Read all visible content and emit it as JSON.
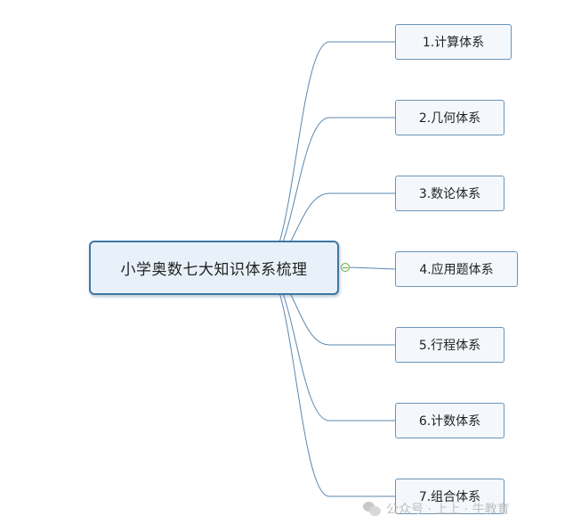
{
  "mindmap": {
    "central_topic": "小学奥数七大知识体系梳理",
    "branches": [
      {
        "label": "1.计算体系"
      },
      {
        "label": "2.几何体系"
      },
      {
        "label": "3.数论体系"
      },
      {
        "label": "4.应用题体系"
      },
      {
        "label": "5.行程体系"
      },
      {
        "label": "6.计数体系"
      },
      {
        "label": "7.组合体系"
      }
    ],
    "colors": {
      "connector": "#5b87ae",
      "central_border": "#3d78a5",
      "central_fill": "#e8f1fa",
      "branch_border": "#6a93b8",
      "branch_fill": "#f4f8fc",
      "toggle": "#6aa84f"
    }
  },
  "watermark": {
    "text": "公众号 · 上上 · 牛教育"
  }
}
